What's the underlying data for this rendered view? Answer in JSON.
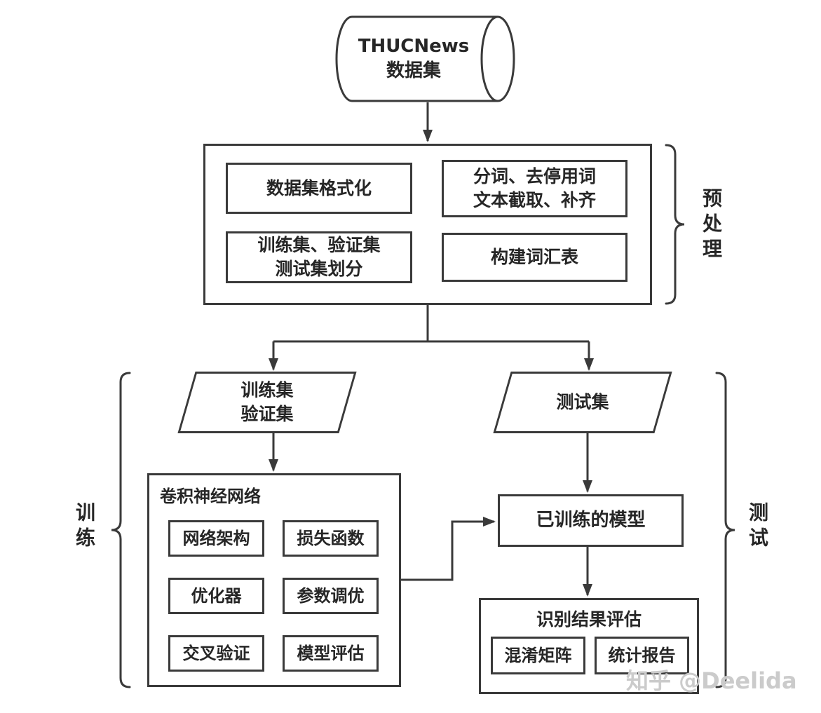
{
  "datastore": {
    "label": "THUCNews\n数据集"
  },
  "preprocessing": {
    "section_label": "预处理",
    "boxes": [
      {
        "label": "数据集格式化"
      },
      {
        "label": "分词、去停用词\n文本截取、补齐"
      },
      {
        "label": "训练集、验证集\n测试集划分"
      },
      {
        "label": "构建词汇表"
      }
    ]
  },
  "training": {
    "section_label": "训练",
    "train_val_set_label": "训练集\n验证集",
    "cnn": {
      "title": "卷积神经网络",
      "items": [
        {
          "label": "网络架构"
        },
        {
          "label": "损失函数"
        },
        {
          "label": "优化器"
        },
        {
          "label": "参数调优"
        },
        {
          "label": "交叉验证"
        },
        {
          "label": "模型评估"
        }
      ]
    }
  },
  "testing": {
    "section_label": "测试",
    "test_set_label": "测试集",
    "trained_model_label": "已训练的模型",
    "evaluation": {
      "title": "识别结果评估",
      "items": [
        {
          "label": "混淆矩阵"
        },
        {
          "label": "统计报告"
        }
      ]
    }
  },
  "watermark": "知乎 @Deelida",
  "colors": {
    "stroke": "#3a3a3a",
    "text": "#262626",
    "watermark": "#cbcbcb"
  }
}
